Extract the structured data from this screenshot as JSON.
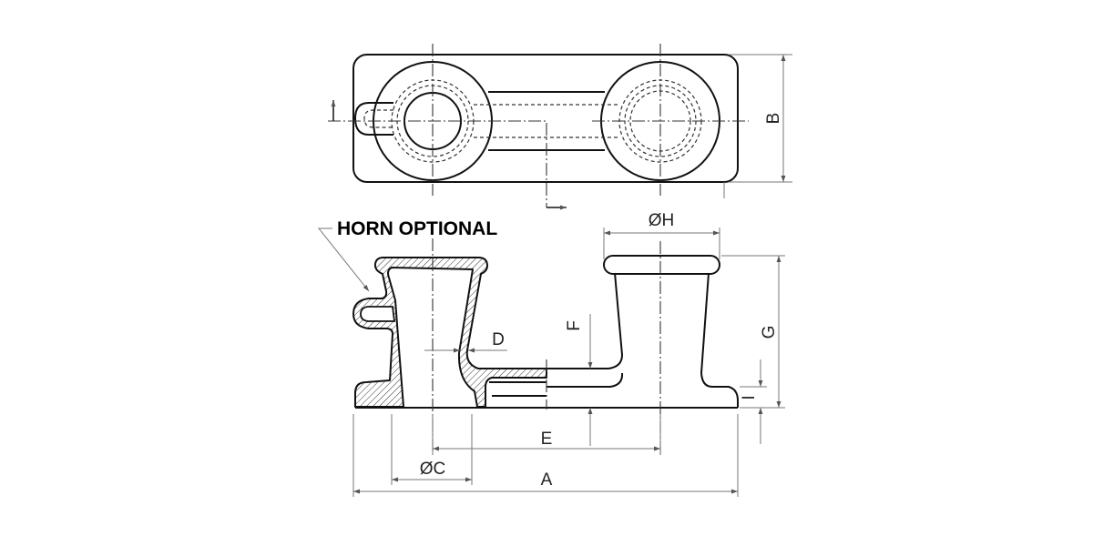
{
  "drawing": {
    "annotation": "HORN OPTIONAL",
    "dimensions": {
      "A": "A",
      "B": "B",
      "C": "ØC",
      "D": "D",
      "E": "E",
      "F": "F",
      "G": "G",
      "H": "ØH",
      "I": "I"
    },
    "colors": {
      "line": "#111111",
      "dimension": "#777777"
    }
  }
}
